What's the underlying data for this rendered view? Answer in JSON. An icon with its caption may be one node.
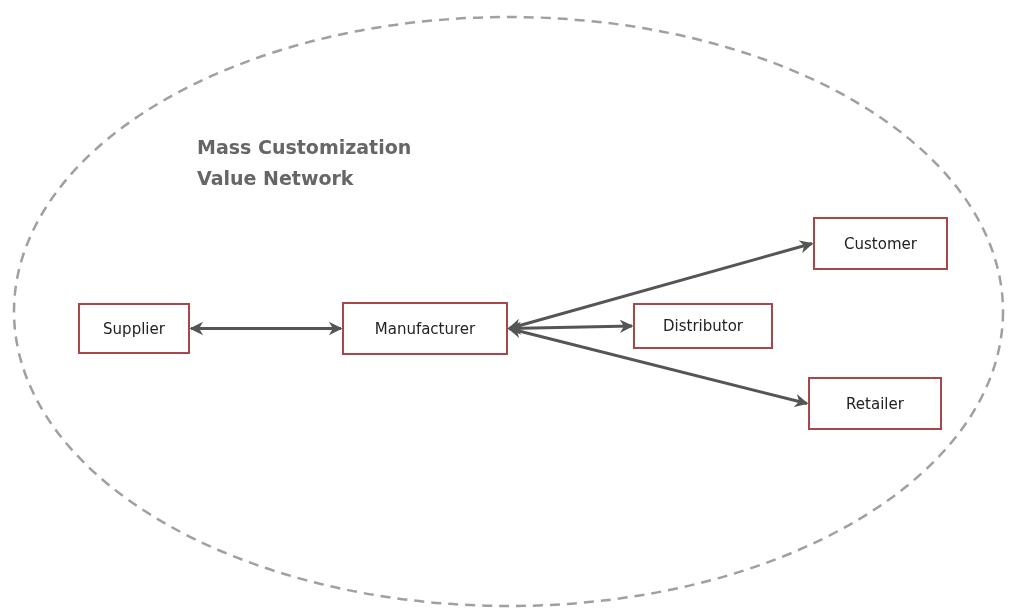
{
  "diagram": {
    "nodes": [
      {
        "text": [
          "Mass Customization Value Network"
        ]
      },
      {
        "text": [
          "Supplier"
        ],
        "in": 0
      },
      {
        "text": [
          "Manufacturer"
        ],
        "in": 0
      },
      {
        "text": [
          "Distributor"
        ],
        "in": 0
      },
      {
        "text": [
          "Customer"
        ],
        "in": 0
      },
      {
        "text": [
          "Retailer"
        ],
        "in": 0
      }
    ],
    "edges": [
      {
        "from": 1,
        "to": 2,
        "arrow": "both"
      },
      {
        "from": 2,
        "to": 4,
        "arrow": "both"
      },
      {
        "from": 2,
        "to": 3,
        "arrow": "both"
      },
      {
        "from": 2,
        "to": 5,
        "arrow": "both"
      }
    ]
  }
}
